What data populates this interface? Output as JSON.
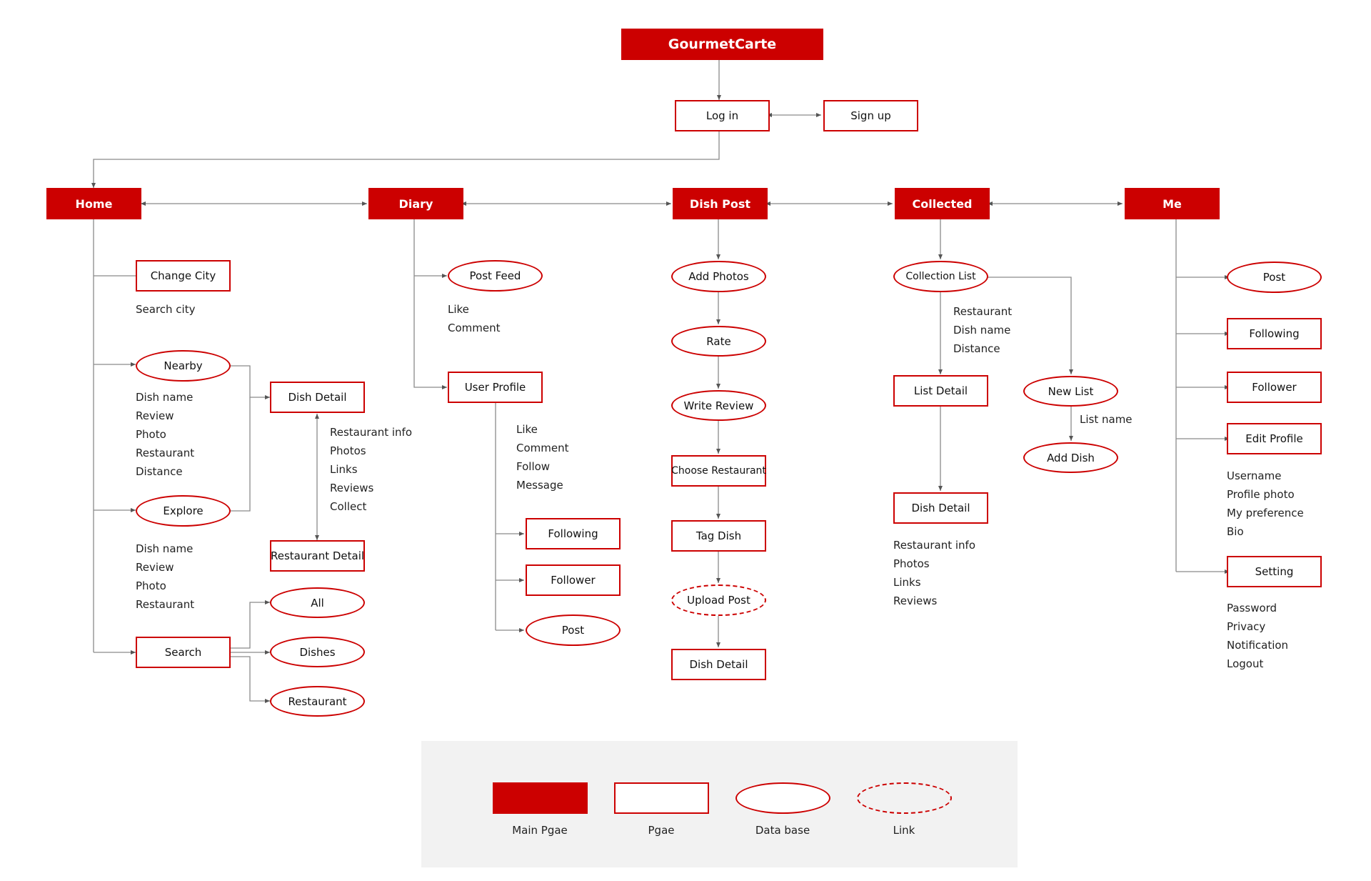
{
  "title": "GourmetCarte",
  "auth": {
    "login": "Log in",
    "signup": "Sign up"
  },
  "main_pages": {
    "home": "Home",
    "diary": "Diary",
    "dish_post": "Dish Post",
    "collected": "Collected",
    "me": "Me"
  },
  "home": {
    "change_city": "Change City",
    "search_city": "Search city",
    "nearby": "Nearby",
    "nearby_fields": [
      "Dish name",
      "Review",
      "Photo",
      "Restaurant",
      "Distance"
    ],
    "explore": "Explore",
    "explore_fields": [
      "Dish name",
      "Review",
      "Photo",
      "Restaurant"
    ],
    "search": "Search",
    "search_all": "All",
    "search_dishes": "Dishes",
    "search_restaurant": "Restaurant",
    "dish_detail": "Dish Detail",
    "dish_detail_fields": [
      "Restaurant info",
      "Photos",
      "Links",
      "Reviews",
      "Collect"
    ],
    "restaurant_detail": "Restaurant Detail"
  },
  "diary": {
    "post_feed": "Post Feed",
    "post_feed_fields": [
      "Like",
      "Comment"
    ],
    "user_profile": "User Profile",
    "user_profile_fields": [
      "Like",
      "Comment",
      "Follow",
      "Message"
    ],
    "following": "Following",
    "follower": "Follower",
    "post": "Post"
  },
  "dish_post": {
    "add_photos": "Add Photos",
    "rate": "Rate",
    "write_review": "Write Review",
    "choose_restaurant": "Choose Restaurant",
    "tag_dish": "Tag Dish",
    "upload_post": "Upload Post",
    "dish_detail": "Dish Detail"
  },
  "collected": {
    "collection_list": "Collection List",
    "collection_fields": [
      "Restaurant",
      "Dish name",
      "Distance"
    ],
    "list_detail": "List Detail",
    "new_list": "New List",
    "list_name": "List name",
    "add_dish": "Add Dish",
    "dish_detail": "Dish Detail",
    "dish_detail_fields": [
      "Restaurant info",
      "Photos",
      "Links",
      "Reviews"
    ]
  },
  "me": {
    "post": "Post",
    "following": "Following",
    "follower": "Follower",
    "edit_profile": "Edit Profile",
    "edit_profile_fields": [
      "Username",
      "Profile photo",
      "My preference",
      "Bio"
    ],
    "setting": "Setting",
    "setting_fields": [
      "Password",
      "Privacy",
      "Notification",
      "Logout"
    ]
  },
  "legend": {
    "main_page": "Main Pgae",
    "page": "Pgae",
    "database": "Data base",
    "link": "Link"
  },
  "colors": {
    "accent": "#cc0000",
    "connector": "#8a8a8a",
    "legend_bg": "#f2f2f2"
  }
}
